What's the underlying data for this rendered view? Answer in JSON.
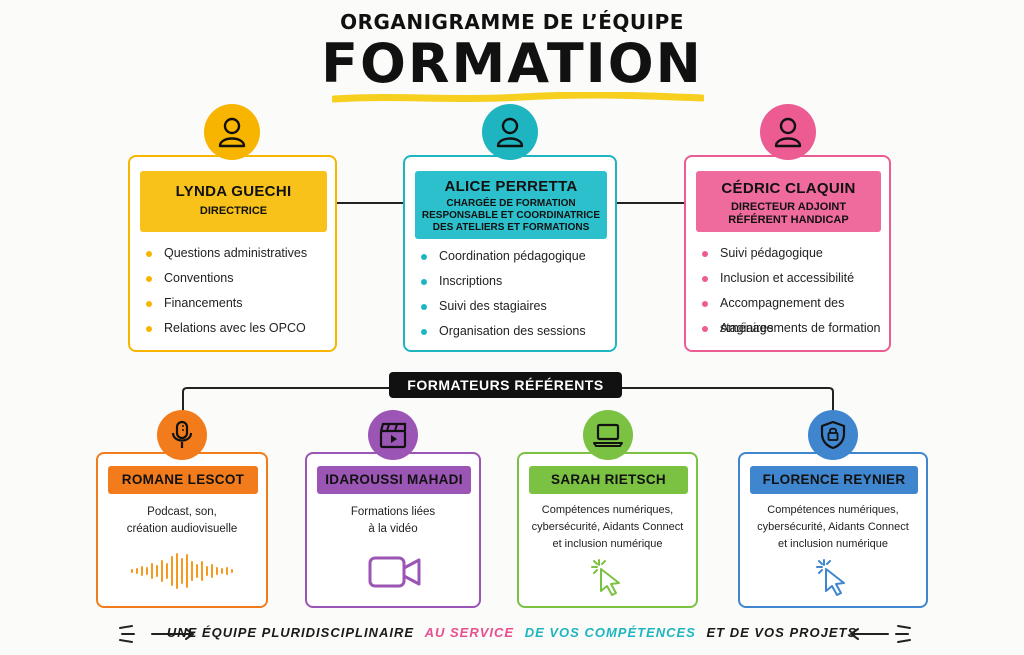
{
  "header": {
    "subtitle": "ORGANIGRAMME DE L’ÉQUIPE",
    "title": "FORMATION"
  },
  "leaders": [
    {
      "name": "LYNDA GUECHI",
      "role": [
        "DIRECTRICE"
      ],
      "tasks": [
        "Questions administratives",
        "Conventions",
        "Financements",
        "Relations avec les OPCO"
      ],
      "color": "#f7b500",
      "box_color": "#f8c21a",
      "icon": "person-icon"
    },
    {
      "name": "ALICE PERRETTA",
      "role": [
        "CHARGÉE DE FORMATION",
        "RESPONSABLE ET COORDINATRICE",
        "DES ATELIERS ET FORMATIONS"
      ],
      "tasks": [
        "Coordination pédagogique",
        "Inscriptions",
        "Suivi des stagiaires",
        "Organisation des sessions"
      ],
      "color": "#1fb5c0",
      "box_color": "#2cc0cc",
      "icon": "person-icon"
    },
    {
      "name": "CÉDRIC CLAQUIN",
      "role": [
        "DIRECTEUR ADJOINT",
        "RÉFÉRENT HANDICAP"
      ],
      "tasks": [
        "Suivi pédagogique",
        "Inclusion et accessibilité",
        "Accompagnement des stagiaires",
        "Aménagements de formation"
      ],
      "color": "#ec5c93",
      "box_color": "#ef6a9d",
      "icon": "person-icon"
    }
  ],
  "banner": "FORMATEURS RÉFÉRENTS",
  "trainers": [
    {
      "name": "ROMANE LESCOT",
      "desc": [
        "Podcast, son,",
        "création audiovisuelle"
      ],
      "color": "#f27c1b",
      "icon": "microphone-icon",
      "illustration": "soundwave-icon"
    },
    {
      "name": "IDAROUSSI MAHADI",
      "desc": [
        "Formations liées",
        "à la vidéo"
      ],
      "color": "#9b55b5",
      "icon": "clapperboard-icon",
      "illustration": "video-camera-icon"
    },
    {
      "name": "SARAH RIETSCH",
      "desc": [
        "Compétences numériques,",
        "cybersécurité, Aidants Connect",
        "et inclusion numérique"
      ],
      "color": "#7cc242",
      "icon": "laptop-icon",
      "illustration": "cursor-click-icon"
    },
    {
      "name": "FLORENCE REYNIER",
      "desc": [
        "Compétences numériques,",
        "cybersécurité, Aidants Connect",
        "et inclusion numérique"
      ],
      "color": "#3f86cf",
      "icon": "shield-lock-icon",
      "illustration": "cursor-click-icon"
    }
  ],
  "footer": {
    "part1": "UNE ÉQUIPE PLURIDISCIPLINAIRE",
    "part2": "AU SERVICE",
    "part3": "DE VOS COMPÉTENCES",
    "part4": "ET DE VOS PROJETS",
    "colors": {
      "dark": "#1a1a1a",
      "pink": "#e94f8e",
      "teal": "#1fb5c0"
    }
  },
  "accent_yellow": "#f7cf1e"
}
